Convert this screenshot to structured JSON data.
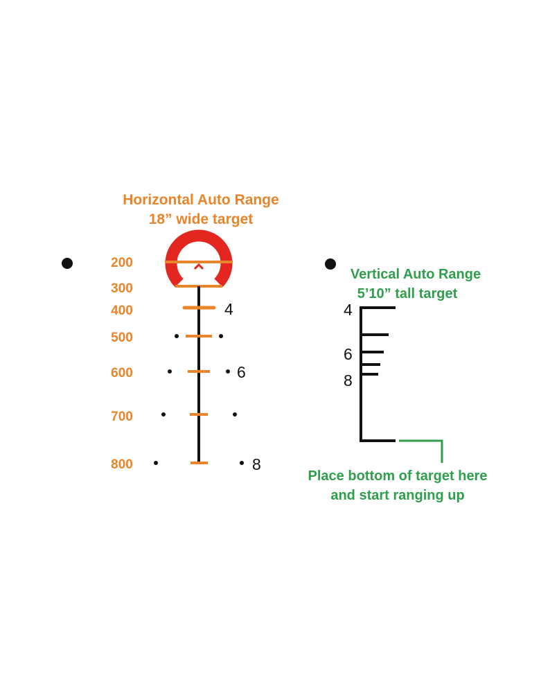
{
  "colors": {
    "orange": "#e8852b",
    "red": "#e3261f",
    "green": "#2f9e4c",
    "black": "#111111"
  },
  "horizontal": {
    "title": "Horizontal Auto Range",
    "subtitle": "18” wide target",
    "ranges": [
      "200",
      "300",
      "400",
      "500",
      "600",
      "700",
      "800"
    ],
    "marks": [
      "4",
      "6",
      "8"
    ]
  },
  "vertical": {
    "title": "Vertical Auto Range",
    "subtitle": "5’10” tall target",
    "marks": [
      "4",
      "6",
      "8"
    ],
    "instruction_line1": "Place bottom of target here",
    "instruction_line2": "and start ranging up"
  }
}
